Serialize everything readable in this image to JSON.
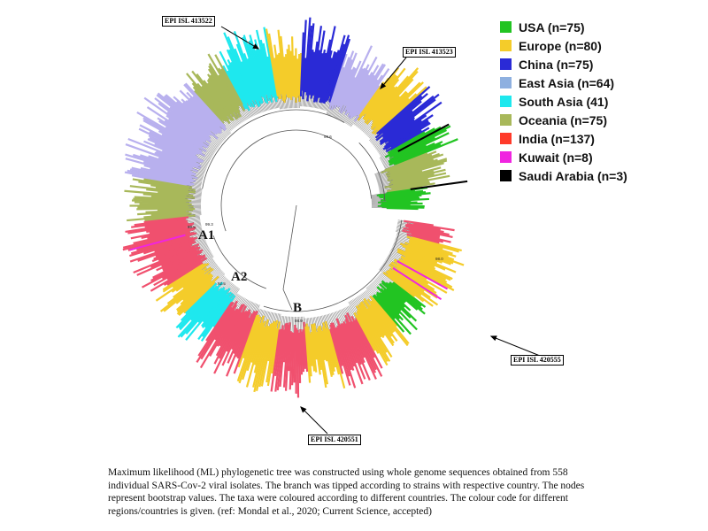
{
  "legend": [
    {
      "label": "USA (n=75)",
      "color": "#22c422"
    },
    {
      "label": "Europe (n=80)",
      "color": "#f4cc2a"
    },
    {
      "label": "China (n=75)",
      "color": "#2a2ad6"
    },
    {
      "label": "East Asia (n=64)",
      "color": "#8eb0e0"
    },
    {
      "label": "South Asia (41)",
      "color": "#1ee8ee"
    },
    {
      "label": "Oceania (n=75)",
      "color": "#a8b85a"
    },
    {
      "label": "India (n=137)",
      "color": "#ff3a2a"
    },
    {
      "label": "Kuwait (n=8)",
      "color": "#f025e0"
    },
    {
      "label": "Saudi Arabia (n=3)",
      "color": "#000000"
    }
  ],
  "callouts": {
    "c1": "EPI ISL 413522",
    "c2": "EPI ISL 413523",
    "c3": "EPI ISL 420555",
    "c4": "EPI ISL 420551"
  },
  "clades": {
    "a1": "A1",
    "a2": "A2",
    "b": "B"
  },
  "bootstrap": {
    "n1": "99.5",
    "n2": "99.3",
    "n3": "92.5",
    "n4": "98.9",
    "n5": "99.6",
    "n6": "98.0"
  },
  "caption": "Maximum likelihood (ML) phylogenetic tree was constructed using whole genome sequences obtained from 558 individual SARS-Cov-2 viral isolates. The branch was tipped according to strains with respective country. The nodes represent bootstrap values. The taxa were coloured according to different countries. The colour code for different regions/countries is given. (ref: Mondal et al., 2020; Current Science, accepted)",
  "palette": {
    "india": "#f0506e",
    "europe": "#f4cc2a",
    "usa": "#22c422",
    "china": "#2a2ad6",
    "eastasia": "#b8b0ee",
    "southasia": "#1ee8ee",
    "oceania": "#a8b85a",
    "kuwait": "#f025e0",
    "saudi": "#000000"
  }
}
